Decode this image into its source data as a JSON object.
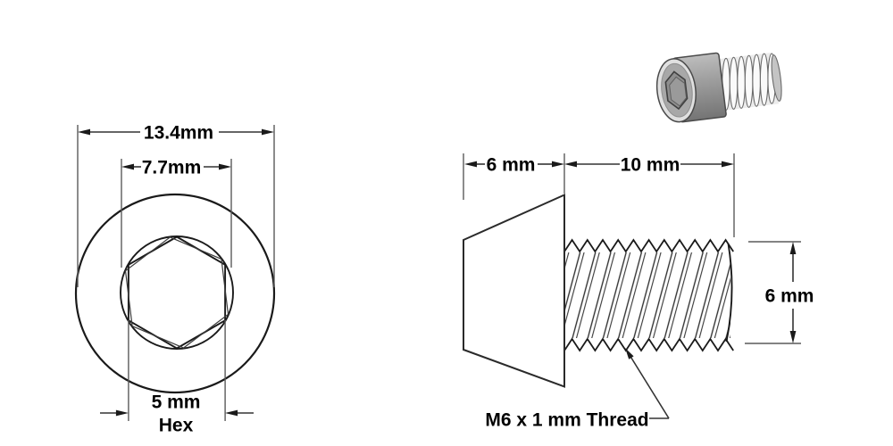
{
  "front_view": {
    "head_diameter_label": "13.4mm",
    "socket_circle_label": "7.7mm",
    "hex_size_label": "5 mm",
    "hex_word": "Hex"
  },
  "side_view": {
    "head_length_label": "6 mm",
    "thread_length_label": "10 mm",
    "thread_diameter_label": "6 mm",
    "thread_callout_label": "M6 x 1 mm Thread"
  },
  "photo": {
    "icon": "socket-head-cap-screw-3d-render"
  },
  "colors": {
    "background": "#ffffff",
    "object_line": "#1a1a1a",
    "dimension_line": "#555555",
    "text": "#000000",
    "screw_head_gray": "#9e9e9e",
    "screw_thread_light": "#f0f0f0"
  }
}
